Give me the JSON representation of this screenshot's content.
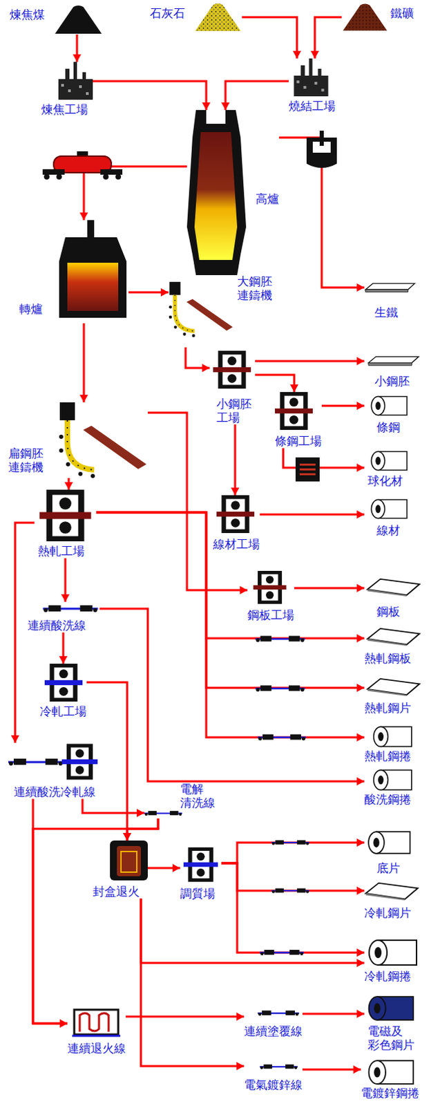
{
  "diagram": {
    "nodes": [
      {
        "text": [
          "煉焦煤"
        ]
      },
      {
        "text": [
          "石灰石"
        ]
      },
      {
        "text": [
          "鐵礦"
        ]
      },
      {
        "text": [
          "煉焦工場"
        ]
      },
      {
        "text": [
          "燒結工場"
        ]
      },
      {
        "text": [
          "高爐"
        ]
      },
      {
        "text": [
          "生鐵"
        ]
      },
      {
        "text": [
          "轉爐"
        ]
      },
      {
        "text": [
          "大鋼胚 連鑄機"
        ]
      },
      {
        "text": [
          "扁鋼胚 連鑄機"
        ]
      },
      {
        "text": [
          "小鋼胚 工場"
        ]
      },
      {
        "text": [
          "小鋼胚"
        ]
      },
      {
        "text": [
          "條鋼工場"
        ]
      },
      {
        "text": [
          "條鋼"
        ]
      },
      {
        "text": [
          "球化材"
        ]
      },
      {
        "text": [
          "線材工場"
        ]
      },
      {
        "text": [
          "線材"
        ]
      },
      {
        "text": [
          "熱軋工場"
        ]
      },
      {
        "text": [
          "鋼板工場"
        ]
      },
      {
        "text": [
          "鋼板"
        ]
      },
      {
        "text": [
          "連續酸洗線"
        ]
      },
      {
        "text": [
          "熱軋鋼板"
        ]
      },
      {
        "text": [
          "冷軋工場"
        ]
      },
      {
        "text": [
          "熱軋鋼片"
        ]
      },
      {
        "text": [
          "熱軋鋼捲"
        ]
      },
      {
        "text": [
          "酸洗鋼捲"
        ]
      },
      {
        "text": [
          "連續酸洗冷軋線"
        ]
      },
      {
        "text": [
          "電解 清洗線"
        ]
      },
      {
        "text": [
          "封盒退火"
        ]
      },
      {
        "text": [
          "調質場"
        ]
      },
      {
        "text": [
          "底片"
        ]
      },
      {
        "text": [
          "冷軋鋼片"
        ]
      },
      {
        "text": [
          "冷軋鋼捲"
        ]
      },
      {
        "text": [
          "連續退火線"
        ]
      },
      {
        "text": [
          "連續塗覆線"
        ]
      },
      {
        "text": [
          "電磁及 彩色鋼片"
        ]
      },
      {
        "text": [
          "電氣鍍鋅線"
        ]
      },
      {
        "text": [
          "電鍍鋅鋼捲"
        ]
      }
    ],
    "edges": [
      {
        "from": 0,
        "to": 3,
        "arrow": "to"
      },
      {
        "from": 1,
        "to": 4,
        "arrow": "to"
      },
      {
        "from": 2,
        "to": 4,
        "arrow": "to"
      },
      {
        "from": 3,
        "to": 5,
        "arrow": "to"
      },
      {
        "from": 4,
        "to": 5,
        "arrow": "to"
      },
      {
        "from": 5,
        "to": 7,
        "arrow": "to"
      },
      {
        "from": 5,
        "to": 6,
        "arrow": "to"
      },
      {
        "from": 7,
        "to": 8,
        "arrow": "to"
      },
      {
        "from": 7,
        "to": 9,
        "arrow": "to"
      },
      {
        "from": 8,
        "to": 10,
        "arrow": "to"
      },
      {
        "from": 10,
        "to": 11,
        "arrow": "to"
      },
      {
        "from": 10,
        "to": 12,
        "arrow": "to"
      },
      {
        "from": 10,
        "to": 15,
        "arrow": "to"
      },
      {
        "from": 12,
        "to": 13,
        "arrow": "to"
      },
      {
        "from": 12,
        "to": 14,
        "arrow": "to"
      },
      {
        "from": 15,
        "to": 16,
        "arrow": "to"
      },
      {
        "from": 9,
        "to": 17,
        "arrow": "to"
      },
      {
        "from": 9,
        "to": 18,
        "arrow": "to"
      },
      {
        "from": 18,
        "to": 19,
        "arrow": "to"
      },
      {
        "from": 17,
        "to": 21,
        "arrow": "to"
      },
      {
        "from": 17,
        "to": 23,
        "arrow": "to"
      },
      {
        "from": 17,
        "to": 24,
        "arrow": "to"
      },
      {
        "from": 17,
        "to": 20,
        "arrow": "to"
      },
      {
        "from": 17,
        "to": 26,
        "arrow": "to"
      },
      {
        "from": 20,
        "to": 22,
        "arrow": "to"
      },
      {
        "from": 20,
        "to": 25,
        "arrow": "to"
      },
      {
        "from": 22,
        "to": 28,
        "arrow": "to"
      },
      {
        "from": 26,
        "to": 27,
        "arrow": "to"
      },
      {
        "from": 26,
        "to": 33,
        "arrow": "to"
      },
      {
        "from": 27,
        "to": 33,
        "arrow": "to"
      },
      {
        "from": 27,
        "to": 28,
        "arrow": "to"
      },
      {
        "from": 28,
        "to": 29,
        "arrow": "to"
      },
      {
        "from": 29,
        "to": 30,
        "arrow": "to"
      },
      {
        "from": 29,
        "to": 31,
        "arrow": "to"
      },
      {
        "from": 29,
        "to": 32,
        "arrow": "to"
      },
      {
        "from": 28,
        "to": 32,
        "arrow": "to"
      },
      {
        "from": 28,
        "to": 36,
        "arrow": "to"
      },
      {
        "from": 33,
        "to": 34,
        "arrow": "to"
      },
      {
        "from": 34,
        "to": 35,
        "arrow": "to"
      },
      {
        "from": 36,
        "to": 37,
        "arrow": "to"
      }
    ]
  }
}
